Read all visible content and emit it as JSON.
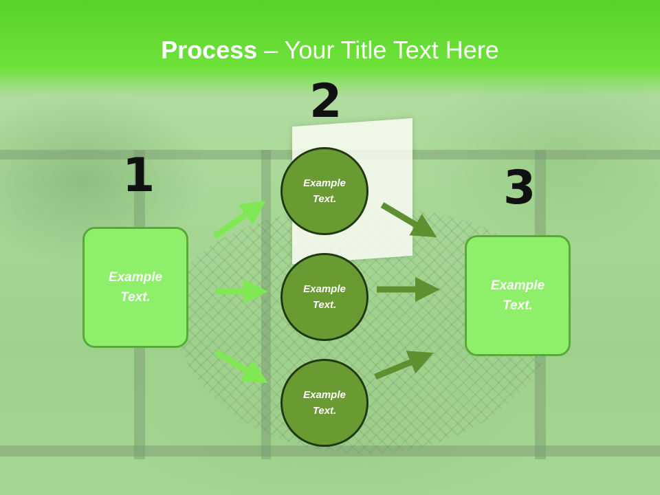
{
  "title": {
    "bold": "Process",
    "rest": " – Your Title Text Here"
  },
  "steps": {
    "n1": "1",
    "n2": "2",
    "n3": "3"
  },
  "left_box": "Example\nText.",
  "right_box": "Example\nText.",
  "circles": [
    "Example\nText.",
    "Example\nText.",
    "Example\nText."
  ],
  "colors": {
    "header": "#58d12a",
    "box_fill": "#8ef06a",
    "circle_fill": "#6a9b33",
    "arrow_light": "#7fe852",
    "arrow_dark": "#5f8f2e"
  }
}
